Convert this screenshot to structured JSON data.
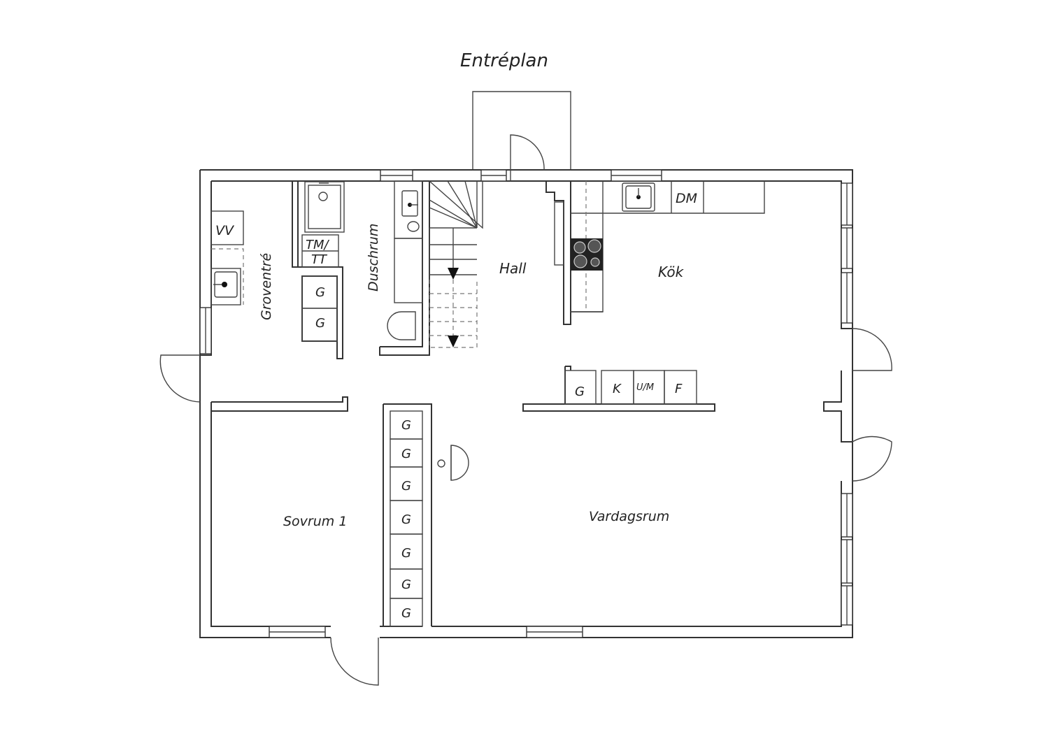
{
  "plan": {
    "title": "Entréplan",
    "rooms": {
      "groventre": "Groventré",
      "duschrum": "Duschrum",
      "hall": "Hall",
      "kok": "Kök",
      "sovrum": "Sovrum 1",
      "vardagsrum": "Vardagsrum"
    },
    "fixtures": {
      "vv": "VV",
      "tm": "TM/",
      "tt": "TT",
      "g": "G",
      "dm": "DM",
      "k": "K",
      "um": "U/M",
      "f": "F"
    }
  }
}
